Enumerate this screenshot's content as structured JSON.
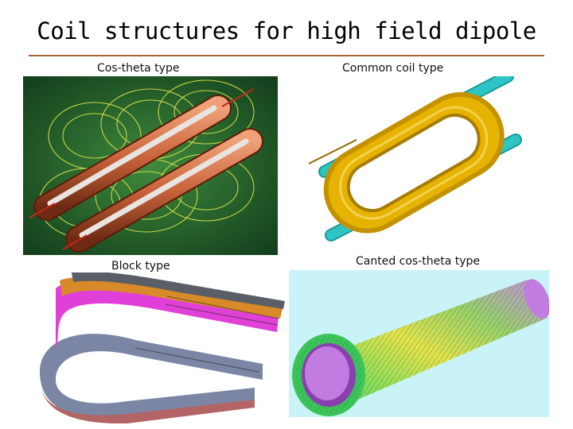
{
  "slide": {
    "title": "Coil structures for high field dipole"
  },
  "panels": [
    {
      "caption": "Cos-theta  type"
    },
    {
      "caption": "Common coil type"
    },
    {
      "caption": "Block type"
    },
    {
      "caption": "Canted cos-theta type"
    }
  ],
  "colors": {
    "rule": "#a9603c",
    "costheta_bg": "#1f5a2c",
    "field_lines": "#d9e24a",
    "copper": "#c8643c",
    "common_coil": "#e6b400",
    "beam_pipe": "#2ec4c4",
    "canted_bg": "#c9f3f6",
    "canted_bore": "#c27be0"
  }
}
